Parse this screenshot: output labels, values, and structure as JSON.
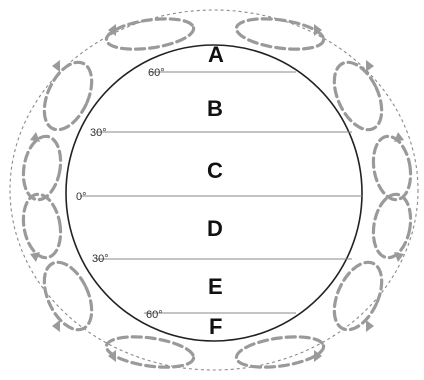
{
  "zones": [
    {
      "letter": "A"
    },
    {
      "letter": "B"
    },
    {
      "letter": "C"
    },
    {
      "letter": "D"
    },
    {
      "letter": "E"
    },
    {
      "letter": "F"
    }
  ],
  "latitudes": [
    {
      "label": "60°"
    },
    {
      "label": "30°"
    },
    {
      "label": "0°"
    },
    {
      "label": "30°"
    },
    {
      "label": "60°"
    }
  ],
  "colors": {
    "earth_outline": "#222222",
    "latitude_lines": "#888888",
    "circulation_cells": "#9a9a9a",
    "atmosphere_boundary": "#8a8a8a"
  }
}
